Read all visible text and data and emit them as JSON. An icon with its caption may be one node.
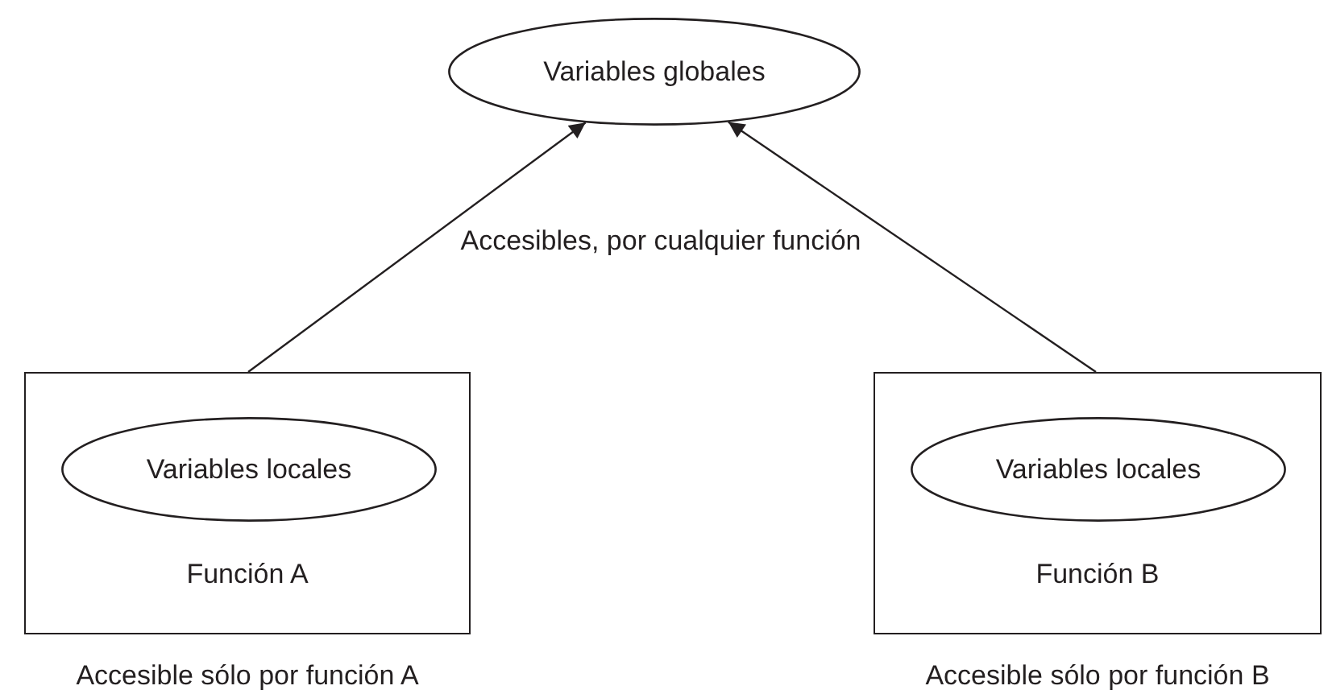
{
  "diagram": {
    "nodes": [
      {
        "text": [
          "Variables globales"
        ]
      },
      {
        "text": [
          "Función A"
        ],
        "beside": [
          "Accesible sólo por función A"
        ]
      },
      {
        "text": [
          "Variables locales"
        ],
        "in": 1
      },
      {
        "text": [
          "Función B"
        ],
        "beside": [
          "Accesible sólo por función B"
        ]
      },
      {
        "text": [
          "Variables locales"
        ],
        "in": 3
      }
    ],
    "edges": [
      {
        "from": 1,
        "to": 0,
        "arrow": "to"
      },
      {
        "from": 3,
        "to": 0,
        "arrow": "to"
      }
    ],
    "labels": [
      "Accesibles, por cualquier función"
    ]
  }
}
